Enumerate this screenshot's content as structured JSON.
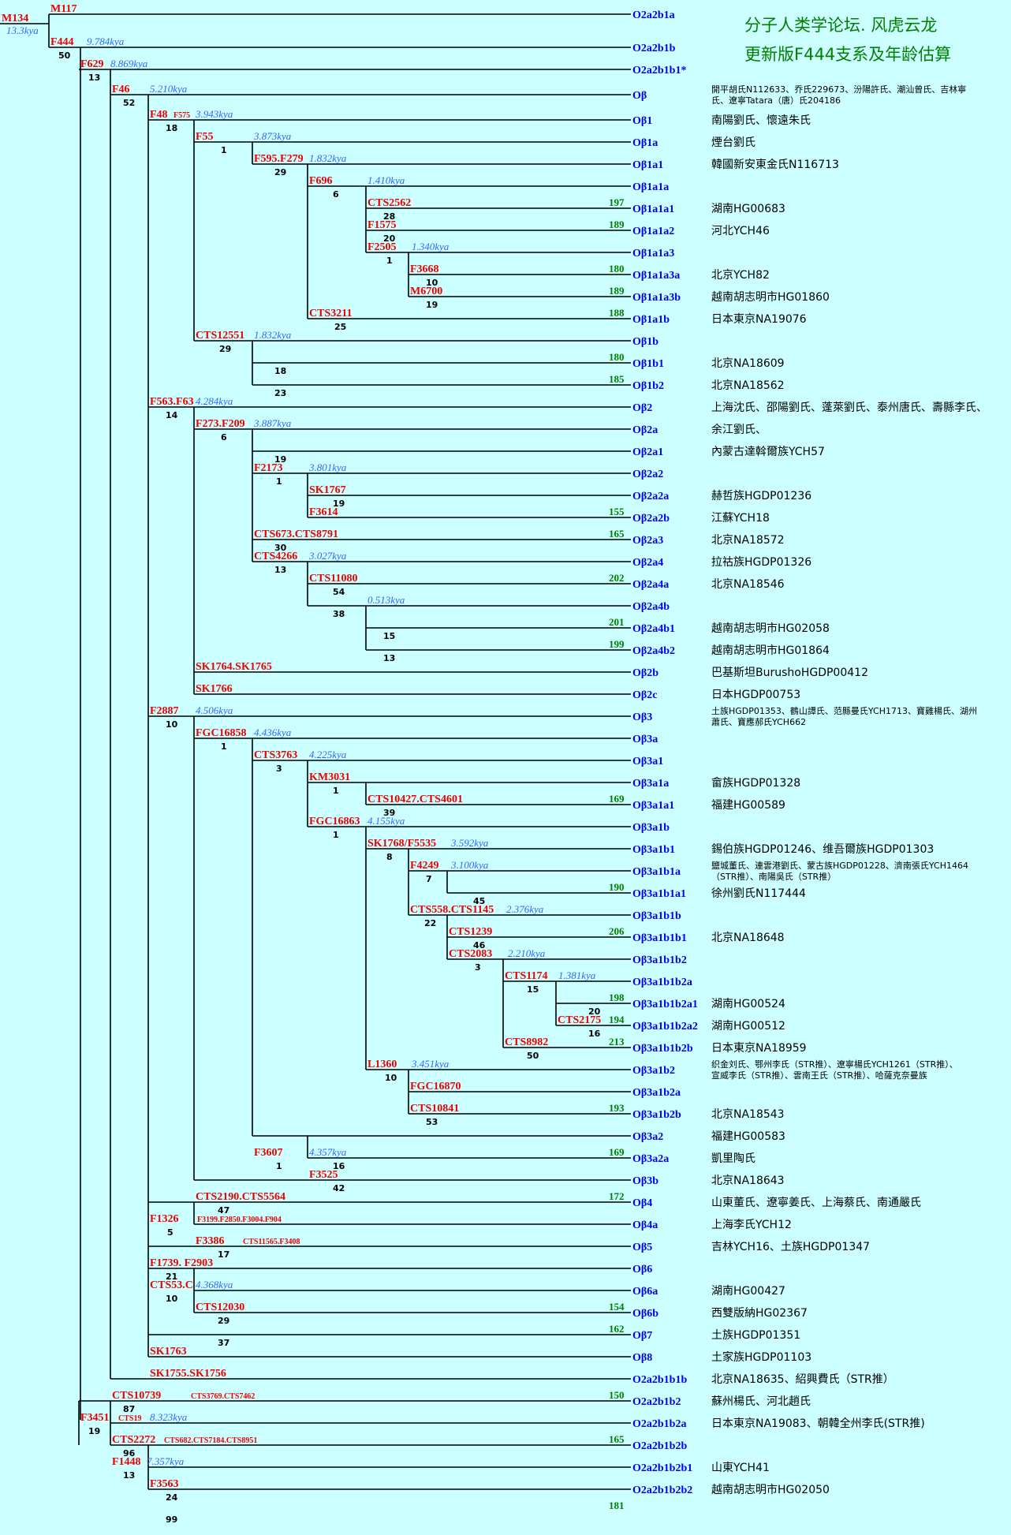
{
  "header": {
    "line1": "分子人类学论坛. 风虎云龙",
    "line2": "更新版F444支系及年龄估算"
  },
  "colors": {
    "snp": "#ee0000",
    "age": "#3366ff",
    "haplogroup": "#0000ee",
    "str_count": "#008000",
    "count": "#000000"
  },
  "haplogroups": [
    "O2a2b1a",
    "O2a2b1b",
    "O2a2b1b1*",
    "Oβ",
    "Oβ1",
    "Oβ1a",
    "Oβ1a1",
    "Oβ1a1a",
    "Oβ1a1a1",
    "Oβ1a1a2",
    "Oβ1a1a3",
    "Oβ1a1a3a",
    "Oβ1a1a3b",
    "Oβ1a1b",
    "Oβ1b",
    "Oβ1b1",
    "Oβ1b2",
    "Oβ2",
    "Oβ2a",
    "Oβ2a1",
    "Oβ2a2",
    "Oβ2a2a",
    "Oβ2a2b",
    "Oβ2a3",
    "Oβ2a4",
    "Oβ2a4a",
    "Oβ2a4b",
    "Oβ2a4b1",
    "Oβ2a4b2",
    "Oβ2b",
    "Oβ2c",
    "Oβ3",
    "Oβ3a",
    "Oβ3a1",
    "Oβ3a1a",
    "Oβ3a1a1",
    "Oβ3a1b",
    "Oβ3a1b1",
    "Oβ3a1b1a",
    "Oβ3a1b1a1",
    "Oβ3a1b1b",
    "Oβ3a1b1b1",
    "Oβ3a1b1b2",
    "Oβ3a1b1b2a",
    "Oβ3a1b1b2a1",
    "Oβ3a1b1b2a2",
    "Oβ3a1b1b2b",
    "Oβ3a1b2",
    "Oβ3a1b2a",
    "Oβ3a1b2b",
    "Oβ3a2",
    "Oβ3a2a",
    "Oβ3b",
    "Oβ4",
    "Oβ4a",
    "Oβ5",
    "Oβ6",
    "Oβ6a",
    "Oβ6b",
    "Oβ7",
    "Oβ8",
    "O2a2b1b1b",
    "O2a2b1b2",
    "O2a2b1b2a",
    "O2a2b1b2b",
    "O2a2b1b2b1",
    "O2a2b1b2b2"
  ],
  "samples": {
    "Oβ": [
      "開平胡氏N112633、乔氏229673、汾陽許氏、潮汕曾氏、吉林寧",
      "氏、遼寧Tatara（唐）氏204186"
    ],
    "Oβ1": "南陽劉氏、懷遠朱氏",
    "Oβ1a": "煙台劉氏",
    "Oβ1a1": "韓國新安東金氏N116713",
    "Oβ1a1a1": "湖南HG00683",
    "Oβ1a1a2": "河北YCH46",
    "Oβ1a1a3a": "北京YCH82",
    "Oβ1a1a3b": "越南胡志明市HG01860",
    "Oβ1a1b": "日本東京NA19076",
    "Oβ1b1": "北京NA18609",
    "Oβ1b2": "北京NA18562",
    "Oβ2": "上海沈氏、邵陽劉氏、蓬萊劉氏、泰州唐氏、壽縣李氏、",
    "Oβ2a": "余江劉氏、",
    "Oβ2a1": "內蒙古達斡爾族YCH57",
    "Oβ2a2a": "赫哲族HGDP01236",
    "Oβ2a2b": "江蘇YCH18",
    "Oβ2a3": "北京NA18572",
    "Oβ2a4": "拉祜族HGDP01326",
    "Oβ2a4a": "北京NA18546",
    "Oβ2a4b1": "越南胡志明市HG02058",
    "Oβ2a4b2": "越南胡志明市HG01864",
    "Oβ2b": "巴基斯坦BurushoHGDP00412",
    "Oβ2c": "日本HGDP00753",
    "Oβ3": [
      "土族HGDP01353、鶴山譚氏、范縣曼氏YCH1713、寶雞楊氏、湖州",
      "蕭氏、寶應郝氏YCH662"
    ],
    "Oβ3a1a": "畲族HGDP01328",
    "Oβ3a1a1": "福建HG00589",
    "Oβ3a1b1": "錫伯族HGDP01246、维吾爾族HGDP01303",
    "Oβ3a1b1a": [
      "鹽城董氏、連雲港劉氏、蒙古族HGDP01228、濟南張氏YCH1464",
      "（STR推）、南陽吳氏（STR推）"
    ],
    "Oβ3a1b1a1": "徐州劉氏N117444",
    "Oβ3a1b1b1": "北京NA18648",
    "Oβ3a1b1b2a1": "湖南HG00524",
    "Oβ3a1b1b2a2": "湖南HG00512",
    "Oβ3a1b1b2b": "日本東京NA18959",
    "Oβ3a1b2": [
      "织金刘氏、鄂州李氏（STR推）、遼寧楊氏YCH1261（STR推）、",
      "宣威李氏（STR推）、雲南王氏（STR推）、哈薩克奈曼族"
    ],
    "Oβ3a1b2b": "北京NA18543",
    "Oβ3a2": "福建HG00583",
    "Oβ3a2a": "凱里陶氏",
    "Oβ3b": "北京NA18643",
    "Oβ4": "山東董氏、遼寧姜氏、上海蔡氏、南通嚴氏",
    "Oβ4a": "上海李氏YCH12",
    "Oβ5": "吉林YCH16、土族HGDP01347",
    "Oβ6a": "湖南HG00427",
    "Oβ6b": "西雙版納HG02367",
    "Oβ7": "土族HGDP01351",
    "Oβ8": "土家族HGDP01103",
    "O2a2b1b1b": "北京NA18635、紹興費氏（STR推）",
    "O2a2b1b2": "蘇州楊氏、河北趙氏",
    "O2a2b1b2a": "日本東京NA19083、朝韓全州李氏(STR推)",
    "O2a2b1b2b1": "山東YCH41",
    "O2a2b1b2b2": "越南胡志明市HG02050"
  },
  "snps": [
    "M134",
    "M117",
    "F444",
    "F629",
    "F46",
    "F48",
    "F575",
    "F55",
    "F595.F279",
    "F696",
    "CTS2562",
    "F1575",
    "F2505",
    "F3668",
    "M6700",
    "CTS3211",
    "CTS12551",
    "F563.F63",
    "F273.F209",
    "F2173",
    "SK1767",
    "F3614",
    "CTS673.CTS8791",
    "CTS4266",
    "CTS11080",
    "SK1764.SK1765",
    "SK1766",
    "F2887",
    "FGC16858",
    "CTS3763",
    "KM3031",
    "CTS10427.CTS4601",
    "FGC16863",
    "SK1768/F5535",
    "F4249",
    "CTS558.CTS1145",
    "CTS1239",
    "CTS2083",
    "CTS1174",
    "CTS2175",
    "CTS8982",
    "L1360",
    "FGC16870",
    "CTS10841",
    "F3607",
    "F3525",
    "CTS2190.CTS5564",
    "F1326",
    "F3199.F2850.F3004.F904",
    "F3386",
    "CTS11565.F3408",
    "F1739. F2903",
    "CTS53.C",
    "CTS12030",
    "SK1763",
    "SK1755.SK1756",
    "CTS10739",
    "CTS3769.CTS7462",
    "F3451",
    "CTS19",
    "CTS2272",
    "CTS682.CTS7184.CTS8951",
    "F1448",
    "F3563"
  ],
  "ages": [
    "13.3kya",
    "9.784kya",
    "8.869kya",
    "5.210kya",
    "3.943kya",
    "3.873kya",
    "1.832kya",
    "1.410kya",
    "1.340kya",
    "1.832kya",
    "4.284kya",
    "3.887kya",
    "3.801kya",
    "3.027kya",
    "0.513kya",
    "4.506kya",
    "4.436kya",
    "4.225kya",
    "4.155kya",
    "3.592kya",
    "3.100kya",
    "2.376kya",
    "2.210kya",
    "1.381kya",
    "3.451kya",
    "4.357kya",
    "4.368kya",
    "8.323kya",
    "7.357kya"
  ],
  "str_counts": [
    "197",
    "189",
    "180",
    "189",
    "188",
    "180",
    "185",
    "155",
    "165",
    "202",
    "201",
    "199",
    "169",
    "190",
    "206",
    "198",
    "194",
    "213",
    "193",
    "169",
    "172",
    "154",
    "162",
    "150",
    "165",
    "181"
  ],
  "sample_counts": [
    "50",
    "13",
    "52",
    "18",
    "1",
    "29",
    "6",
    "28",
    "20",
    "1",
    "10",
    "19",
    "25",
    "29",
    "18",
    "23",
    "14",
    "6",
    "19",
    "1",
    "19",
    "30",
    "13",
    "54",
    "38",
    "15",
    "13",
    "10",
    "1",
    "3",
    "1",
    "39",
    "1",
    "8",
    "7",
    "45",
    "22",
    "46",
    "3",
    "15",
    "20",
    "16",
    "50",
    "10",
    "53",
    "1",
    "42",
    "16",
    "47",
    "5",
    "17",
    "21",
    "10",
    "29",
    "37",
    "87",
    "19",
    "96",
    "13",
    "24",
    "99"
  ]
}
